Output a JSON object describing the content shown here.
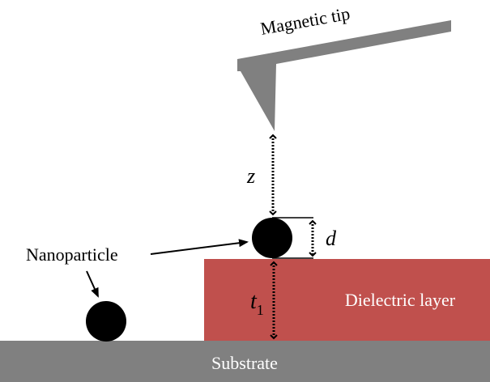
{
  "labels": {
    "magnetic_tip": "Magnetic tip",
    "nanoparticle": "Nanoparticle",
    "dielectric_layer": "Dielectric layer",
    "substrate": "Substrate",
    "z": "z",
    "d": "d",
    "t": "t",
    "t_subscript": "1"
  },
  "colors": {
    "dielectric": "#c0504d",
    "substrate": "#808080",
    "tip": "#808080",
    "particle": "#000000",
    "dielectric_text": "#ffffff",
    "substrate_text": "#ffffff"
  }
}
